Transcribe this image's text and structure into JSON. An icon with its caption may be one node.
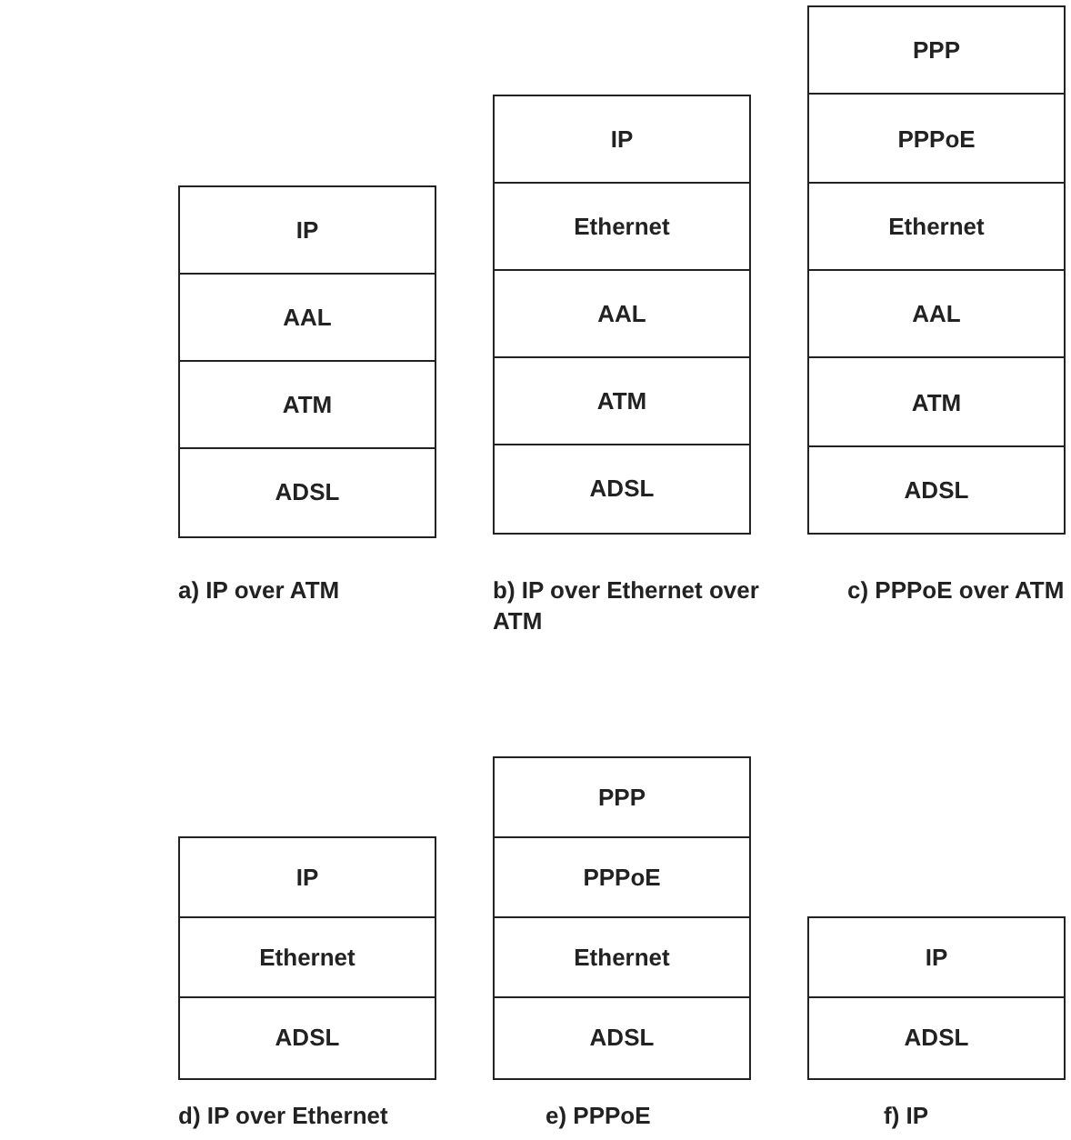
{
  "diagram": {
    "nodes": [
      {
        "text": [
          "IP"
        ]
      },
      {
        "text": [
          "AAL"
        ]
      },
      {
        "text": [
          "ATM"
        ]
      },
      {
        "text": [
          "ADSL"
        ]
      },
      {
        "text": [
          "IP"
        ]
      },
      {
        "text": [
          "Ethernet"
        ]
      },
      {
        "text": [
          "AAL"
        ]
      },
      {
        "text": [
          "ATM"
        ]
      },
      {
        "text": [
          "ADSL"
        ]
      },
      {
        "text": [
          "PPP"
        ]
      },
      {
        "text": [
          "PPPoE"
        ]
      },
      {
        "text": [
          "Ethernet"
        ]
      },
      {
        "text": [
          "AAL"
        ]
      },
      {
        "text": [
          "ATM"
        ]
      },
      {
        "text": [
          "ADSL"
        ]
      },
      {
        "text": [
          "IP"
        ]
      },
      {
        "text": [
          "Ethernet"
        ]
      },
      {
        "text": [
          "ADSL"
        ]
      },
      {
        "text": [
          "PPP"
        ]
      },
      {
        "text": [
          "PPPoE"
        ]
      },
      {
        "text": [
          "Ethernet"
        ]
      },
      {
        "text": [
          "ADSL"
        ]
      },
      {
        "text": [
          "IP"
        ]
      },
      {
        "text": [
          "ADSL"
        ]
      }
    ],
    "labels": [
      "a) IP over ATM",
      "b) IP over Ethernet over ATM",
      "c) PPPoE over ATM",
      "d) IP over Ethernet",
      "e) PPPoE",
      "f) IP"
    ]
  }
}
